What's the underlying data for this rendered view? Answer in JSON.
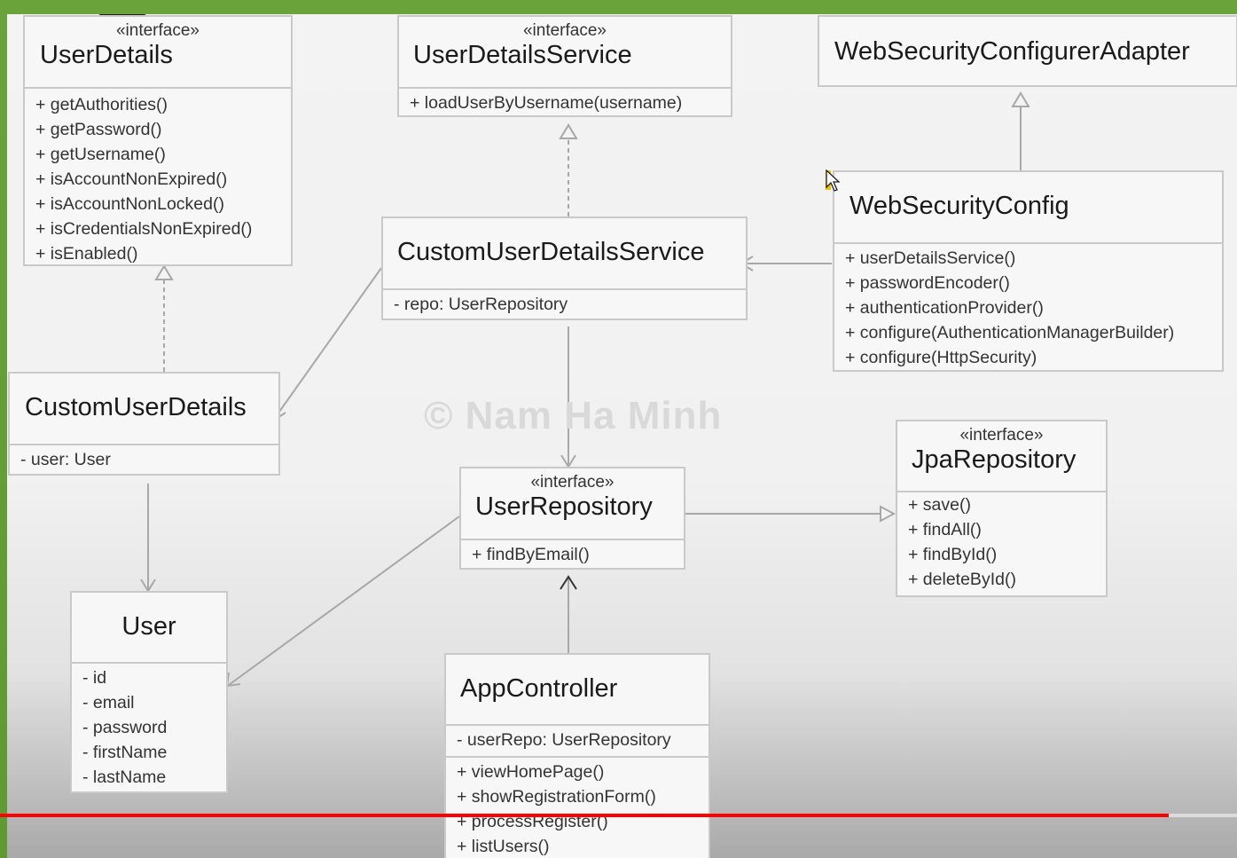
{
  "watermark": "© Nam Ha Minh",
  "classes": {
    "user_details": {
      "stereotype": "«interface»",
      "name": "UserDetails",
      "methods": [
        "+ getAuthorities()",
        "+ getPassword()",
        "+ getUsername()",
        "+ isAccountNonExpired()",
        "+ isAccountNonLocked()",
        "+ isCredentialsNonExpired()",
        "+ isEnabled()"
      ]
    },
    "user_details_service": {
      "stereotype": "«interface»",
      "name": "UserDetailsService",
      "methods": [
        "+ loadUserByUsername(username)"
      ]
    },
    "web_security_configurer_adapter": {
      "name": "WebSecurityConfigurerAdapter"
    },
    "web_security_config": {
      "name": "WebSecurityConfig",
      "methods": [
        "+ userDetailsService()",
        "+ passwordEncoder()",
        "+ authenticationProvider()",
        "+ configure(AuthenticationManagerBuilder)",
        "+ configure(HttpSecurity)"
      ]
    },
    "custom_user_details_service": {
      "name": "CustomUserDetailsService",
      "attributes": [
        "- repo: UserRepository"
      ]
    },
    "custom_user_details": {
      "name": "CustomUserDetails",
      "attributes": [
        "- user: User"
      ]
    },
    "user_repository": {
      "stereotype": "«interface»",
      "name": "UserRepository",
      "methods": [
        "+ findByEmail()"
      ]
    },
    "jpa_repository": {
      "stereotype": "«interface»",
      "name": "JpaRepository",
      "methods": [
        "+ save()",
        "+ findAll()",
        "+ findById()",
        "+ deleteById()"
      ]
    },
    "user": {
      "name": "User",
      "attributes": [
        "- id",
        "- email",
        "- password",
        "- firstName",
        "- lastName"
      ]
    },
    "app_controller": {
      "name": "AppController",
      "attributes": [
        "- userRepo: UserRepository"
      ],
      "methods": [
        "+ viewHomePage()",
        "+ showRegistrationForm()",
        "+ processRegister()",
        "+ listUsers()"
      ]
    }
  },
  "video": {
    "progress": 0.945
  },
  "colors": {
    "frame": "#6aa33a",
    "box_border": "#c9c9c9",
    "line": "#a8a8a8",
    "progress": "#ff0000"
  }
}
